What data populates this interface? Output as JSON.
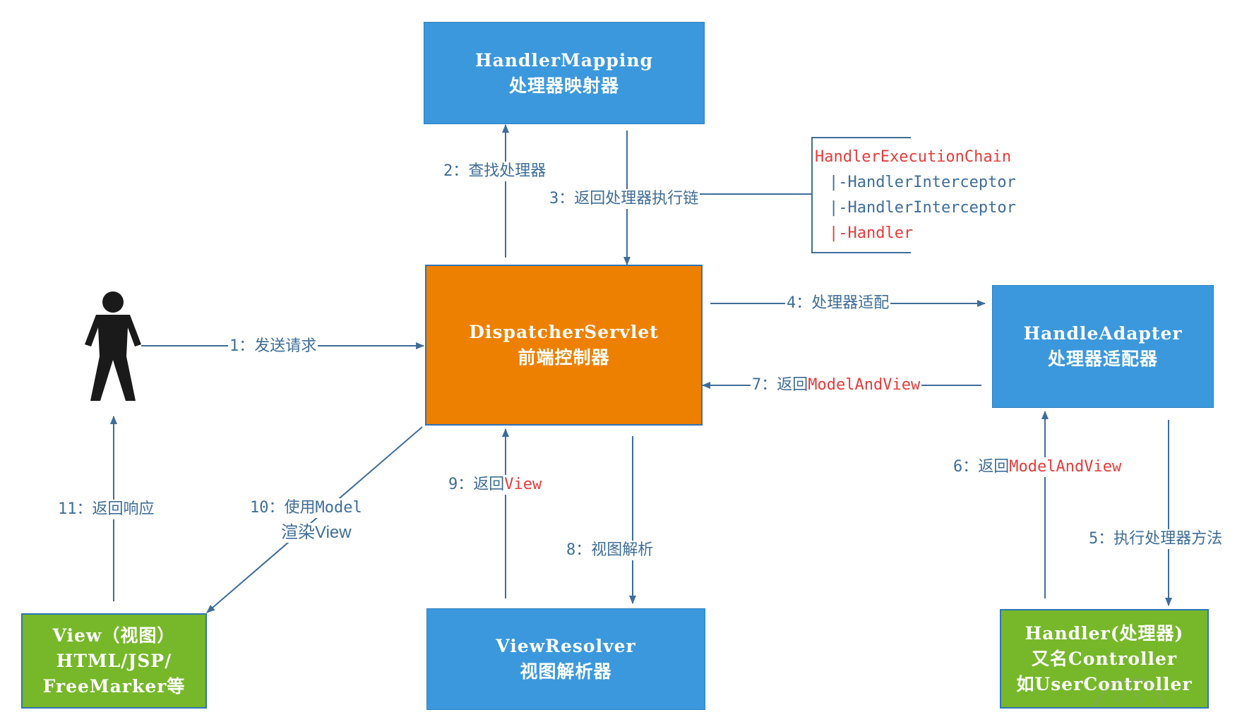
{
  "nodes": {
    "handler_mapping": {
      "line1": "HandlerMapping",
      "line2": "处理器映射器"
    },
    "dispatcher": {
      "line1": "DispatcherServlet",
      "line2": "前端控制器"
    },
    "handle_adapter": {
      "line1": "HandleAdapter",
      "line2": "处理器适配器"
    },
    "view": {
      "line1": "View（视图）",
      "line2": "HTML/JSP/",
      "line3": "FreeMarker等"
    },
    "view_resolver": {
      "line1": "ViewResolver",
      "line2": "视图解析器"
    },
    "handler": {
      "line1": "Handler(处理器)",
      "line2": "又名Controller",
      "line3": "如UserController"
    }
  },
  "chain": {
    "title": "HandlerExecutionChain",
    "items": [
      "|-HandlerInterceptor",
      "|-HandlerInterceptor",
      "|-Handler"
    ]
  },
  "edges": {
    "e1": "1：发送请求",
    "e2": "2：查找处理器",
    "e3": "3：返回处理器执行链",
    "e4": "4：处理器适配",
    "e5": "5：执行处理器方法",
    "e6_prefix": "6：返回",
    "e6_red": "ModelAndView",
    "e7_prefix": "7：返回",
    "e7_red": "ModelAndView",
    "e8": "8：视图解析",
    "e9_prefix": "9：返回",
    "e9_red": "View",
    "e10_line1": "10：使用Model",
    "e10_line2": "渲染View",
    "e11": "11：返回响应"
  },
  "colors": {
    "blue": "#3b98dd",
    "orange": "#ee8000",
    "green": "#76b82a",
    "line": "#3f6d98",
    "highlight_red": "#e83a3a"
  },
  "icons": {
    "user": "person-icon",
    "watermark": "watermark-logo"
  }
}
